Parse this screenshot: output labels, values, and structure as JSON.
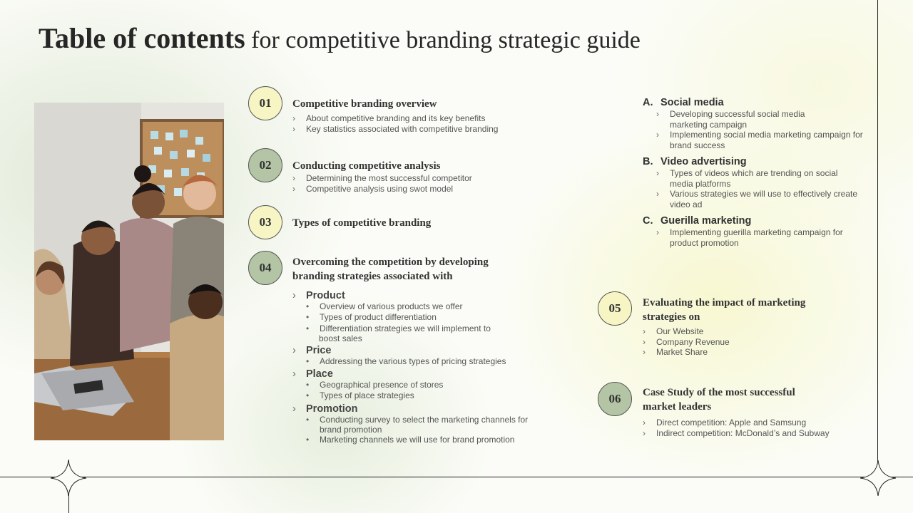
{
  "title": {
    "bold": "Table of contents",
    "rest": " for competitive  branding  strategic  guide"
  },
  "sections": {
    "s01": {
      "num": "01",
      "title": "Competitive  branding  overview",
      "items": [
        "About competitive branding and its key benefits",
        "Key statistics associated with competitive branding"
      ]
    },
    "s02": {
      "num": "02",
      "title": "Conducting  competitive  analysis",
      "items": [
        "Determining the most successful competitor",
        "Competitive analysis using swot model"
      ]
    },
    "s03": {
      "num": "03",
      "title": "Types of competitive branding"
    },
    "s04": {
      "num": "04",
      "title_line1": "Overcoming  the competition  by developing",
      "title_line2": "branding  strategies associated with",
      "product": {
        "label": "Product",
        "items": [
          "Overview of various products we offer",
          "Types of product differentiation",
          "Differentiation strategies we will implement to",
          "boost sales"
        ]
      },
      "price": {
        "label": "Price",
        "items": [
          "Addressing the various types of pricing strategies"
        ]
      },
      "place": {
        "label": "Place",
        "items": [
          "Geographical presence of stores",
          "Types of place strategies"
        ]
      },
      "promotion": {
        "label": "Promotion",
        "items": [
          "Conducting survey to select the marketing channels for",
          "brand promotion",
          "Marketing channels we will use for brand promotion"
        ]
      }
    },
    "lettered": {
      "a": {
        "letter": "A.",
        "title": "Social media",
        "items": [
          "Developing successful social media",
          "marketing campaign",
          "Implementing social media marketing campaign for",
          "brand success"
        ]
      },
      "b": {
        "letter": "B.",
        "title": "Video advertising",
        "items": [
          "Types of videos which are trending on social",
          "media platforms",
          "Various strategies we will use to effectively create",
          "video ad"
        ]
      },
      "c": {
        "letter": "C.",
        "title": "Guerilla marketing",
        "items": [
          "Implementing guerilla marketing campaign for",
          "product promotion"
        ]
      }
    },
    "s05": {
      "num": "05",
      "title_line1": "Evaluating  the impact  of marketing",
      "title_line2": "strategies on",
      "items": [
        "Our Website",
        "Company Revenue",
        "Market Share"
      ]
    },
    "s06": {
      "num": "06",
      "title_line1": "Case Study  of the most successful",
      "title_line2": "market leaders",
      "items": [
        "Direct competition: Apple and Samsung",
        "Indirect competition: McDonald’s and Subway"
      ]
    },
    "glyphs": {
      "arrow": "›",
      "bullet": "•"
    }
  },
  "colors": {
    "circle_yellow": "#f6f5c3",
    "circle_green": "#b3c5a4"
  }
}
